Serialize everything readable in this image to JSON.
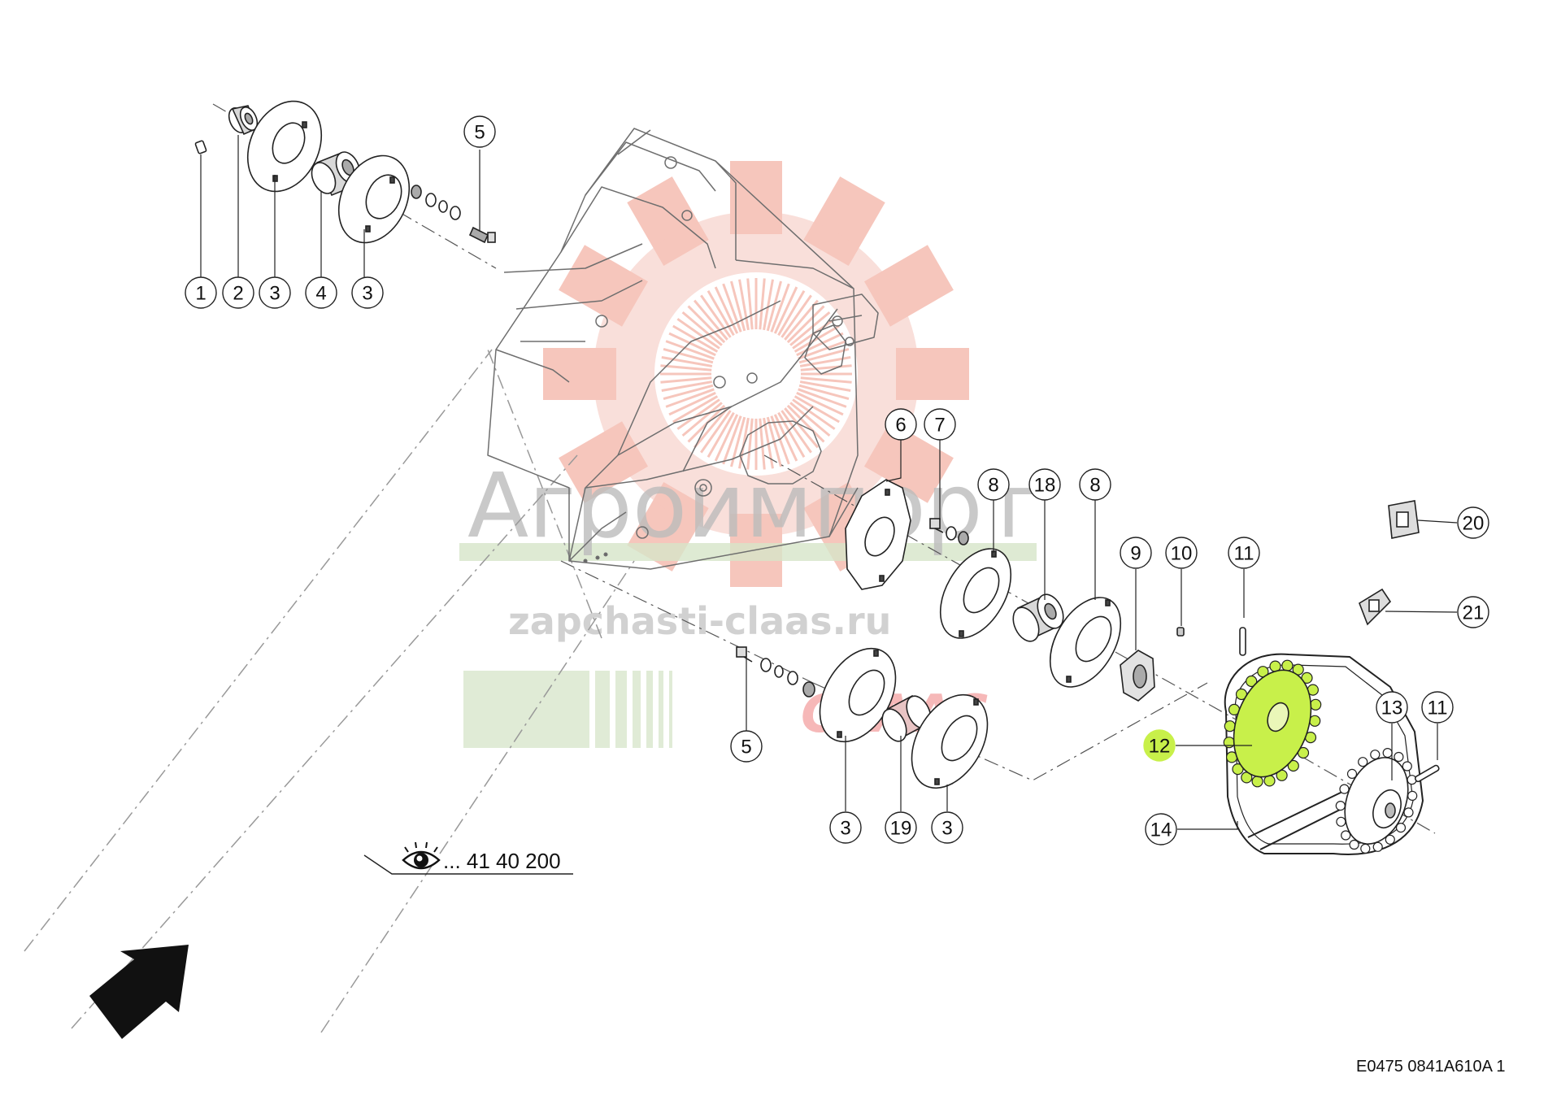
{
  "diagram": {
    "document_code": "E0475 0841A610A 1",
    "reference": {
      "icon": "eye-icon",
      "label": "... 41 40 200"
    },
    "watermark": {
      "icon": "gear-logo-icon",
      "brand_text": "Агроимпорт",
      "site_text": "zapchasti-claas.ru",
      "logo_text": "CLAAS"
    },
    "highlight_color": "#c8f04a",
    "watermark_color": "#f3b3a6",
    "callouts": [
      {
        "id": "c1",
        "label": "1"
      },
      {
        "id": "c2",
        "label": "2"
      },
      {
        "id": "c3a",
        "label": "3"
      },
      {
        "id": "c4",
        "label": "4"
      },
      {
        "id": "c3b",
        "label": "3"
      },
      {
        "id": "c5a",
        "label": "5"
      },
      {
        "id": "c6",
        "label": "6"
      },
      {
        "id": "c7",
        "label": "7"
      },
      {
        "id": "c8a",
        "label": "8"
      },
      {
        "id": "c18",
        "label": "18"
      },
      {
        "id": "c8b",
        "label": "8"
      },
      {
        "id": "c9",
        "label": "9"
      },
      {
        "id": "c10",
        "label": "10"
      },
      {
        "id": "c11a",
        "label": "11"
      },
      {
        "id": "c20",
        "label": "20"
      },
      {
        "id": "c21",
        "label": "21"
      },
      {
        "id": "c12",
        "label": "12",
        "highlighted": true
      },
      {
        "id": "c13",
        "label": "13"
      },
      {
        "id": "c11b",
        "label": "11"
      },
      {
        "id": "c14",
        "label": "14"
      },
      {
        "id": "c5b",
        "label": "5"
      },
      {
        "id": "c3c",
        "label": "3"
      },
      {
        "id": "c19",
        "label": "19"
      },
      {
        "id": "c3d",
        "label": "3"
      }
    ]
  }
}
